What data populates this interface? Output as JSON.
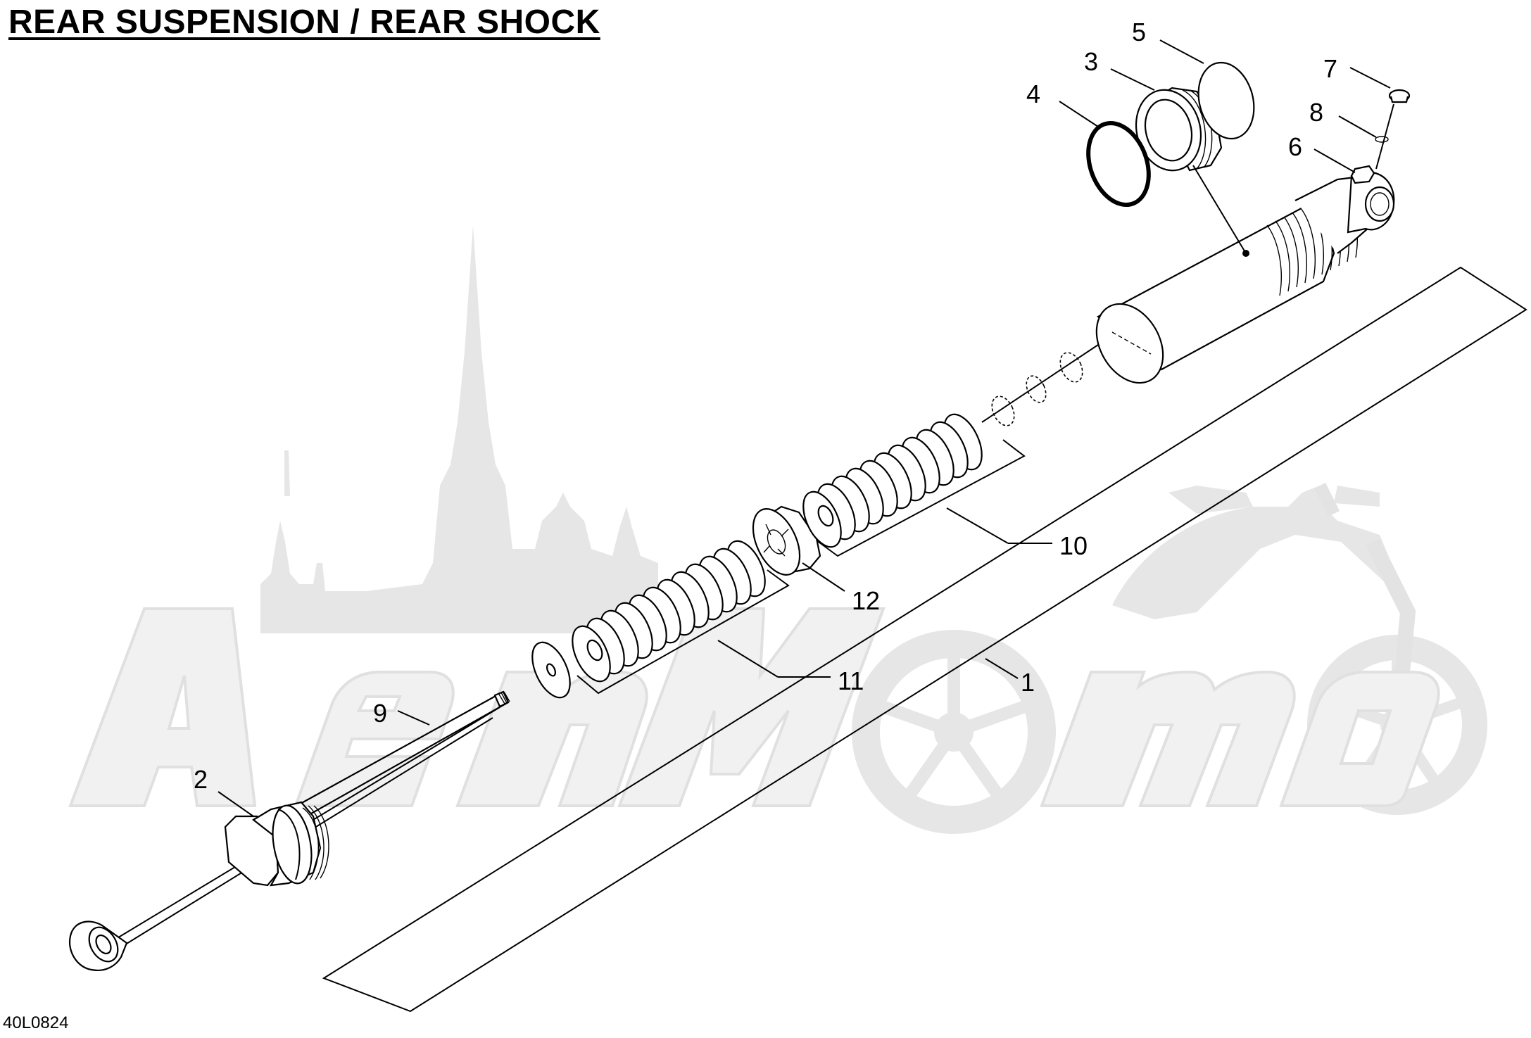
{
  "title": "REAR SUSPENSION / REAR SHOCK",
  "figure_code": "40L0824",
  "callouts": [
    "1",
    "2",
    "3",
    "4",
    "5",
    "6",
    "7",
    "8",
    "9",
    "10",
    "11",
    "12"
  ],
  "watermark": {
    "color": "#e6e6e6"
  }
}
